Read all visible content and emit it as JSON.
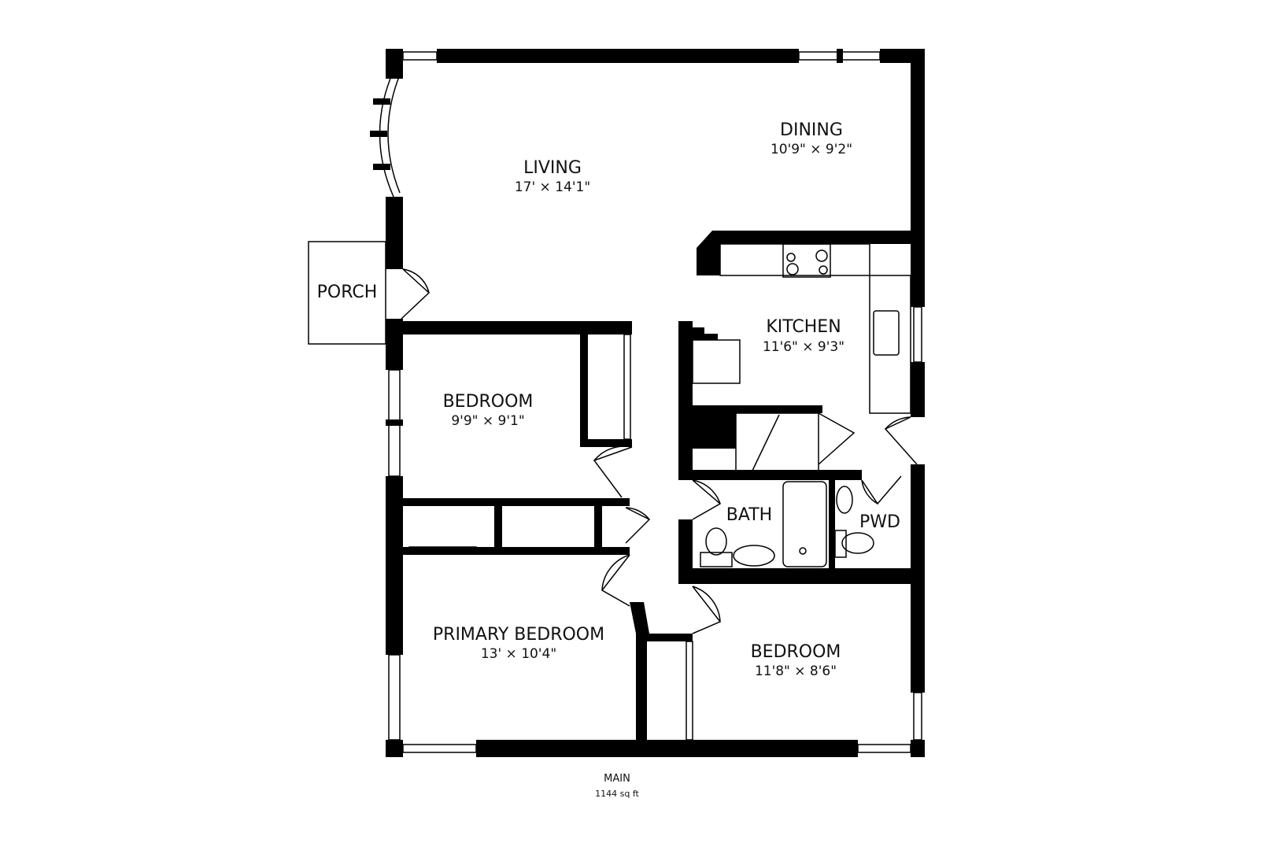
{
  "rooms": [
    {
      "name": "LIVING",
      "dims": "17' × 14'1\""
    },
    {
      "name": "DINING",
      "dims": "10'9\" × 9'2\""
    },
    {
      "name": "KITCHEN",
      "dims": "11'6\" × 9'3\""
    },
    {
      "name": "BEDROOM",
      "dims": "9'9\" × 9'1\""
    },
    {
      "name": "PRIMARY BEDROOM",
      "dims": "13' × 10'4\""
    },
    {
      "name": "BEDROOM",
      "dims": "11'8\" × 8'6\""
    },
    {
      "name": "BATH"
    },
    {
      "name": "PWD"
    },
    {
      "name": "PORCH"
    }
  ],
  "floor": {
    "name": "MAIN",
    "area": "1144 sq ft"
  },
  "colors": {
    "wall": "#000000",
    "background": "#ffffff"
  }
}
